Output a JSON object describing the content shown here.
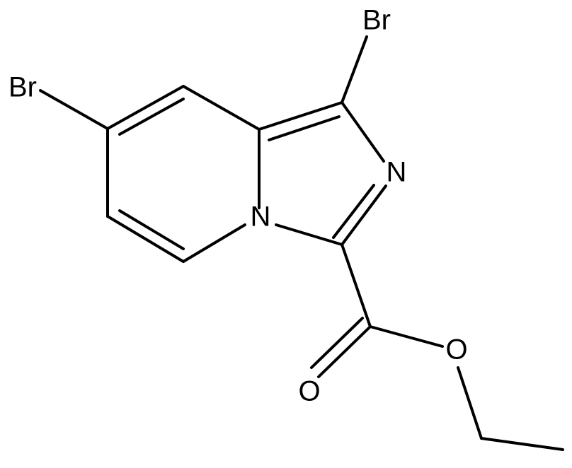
{
  "structure": {
    "atoms": {
      "br_top": "Br",
      "br_left": "Br",
      "n_imidazole": "N",
      "n_bridgehead": "N",
      "o_carbonyl": "O",
      "o_ester": "O"
    }
  },
  "colors": {
    "ink": "#000000",
    "background": "#ffffff"
  }
}
